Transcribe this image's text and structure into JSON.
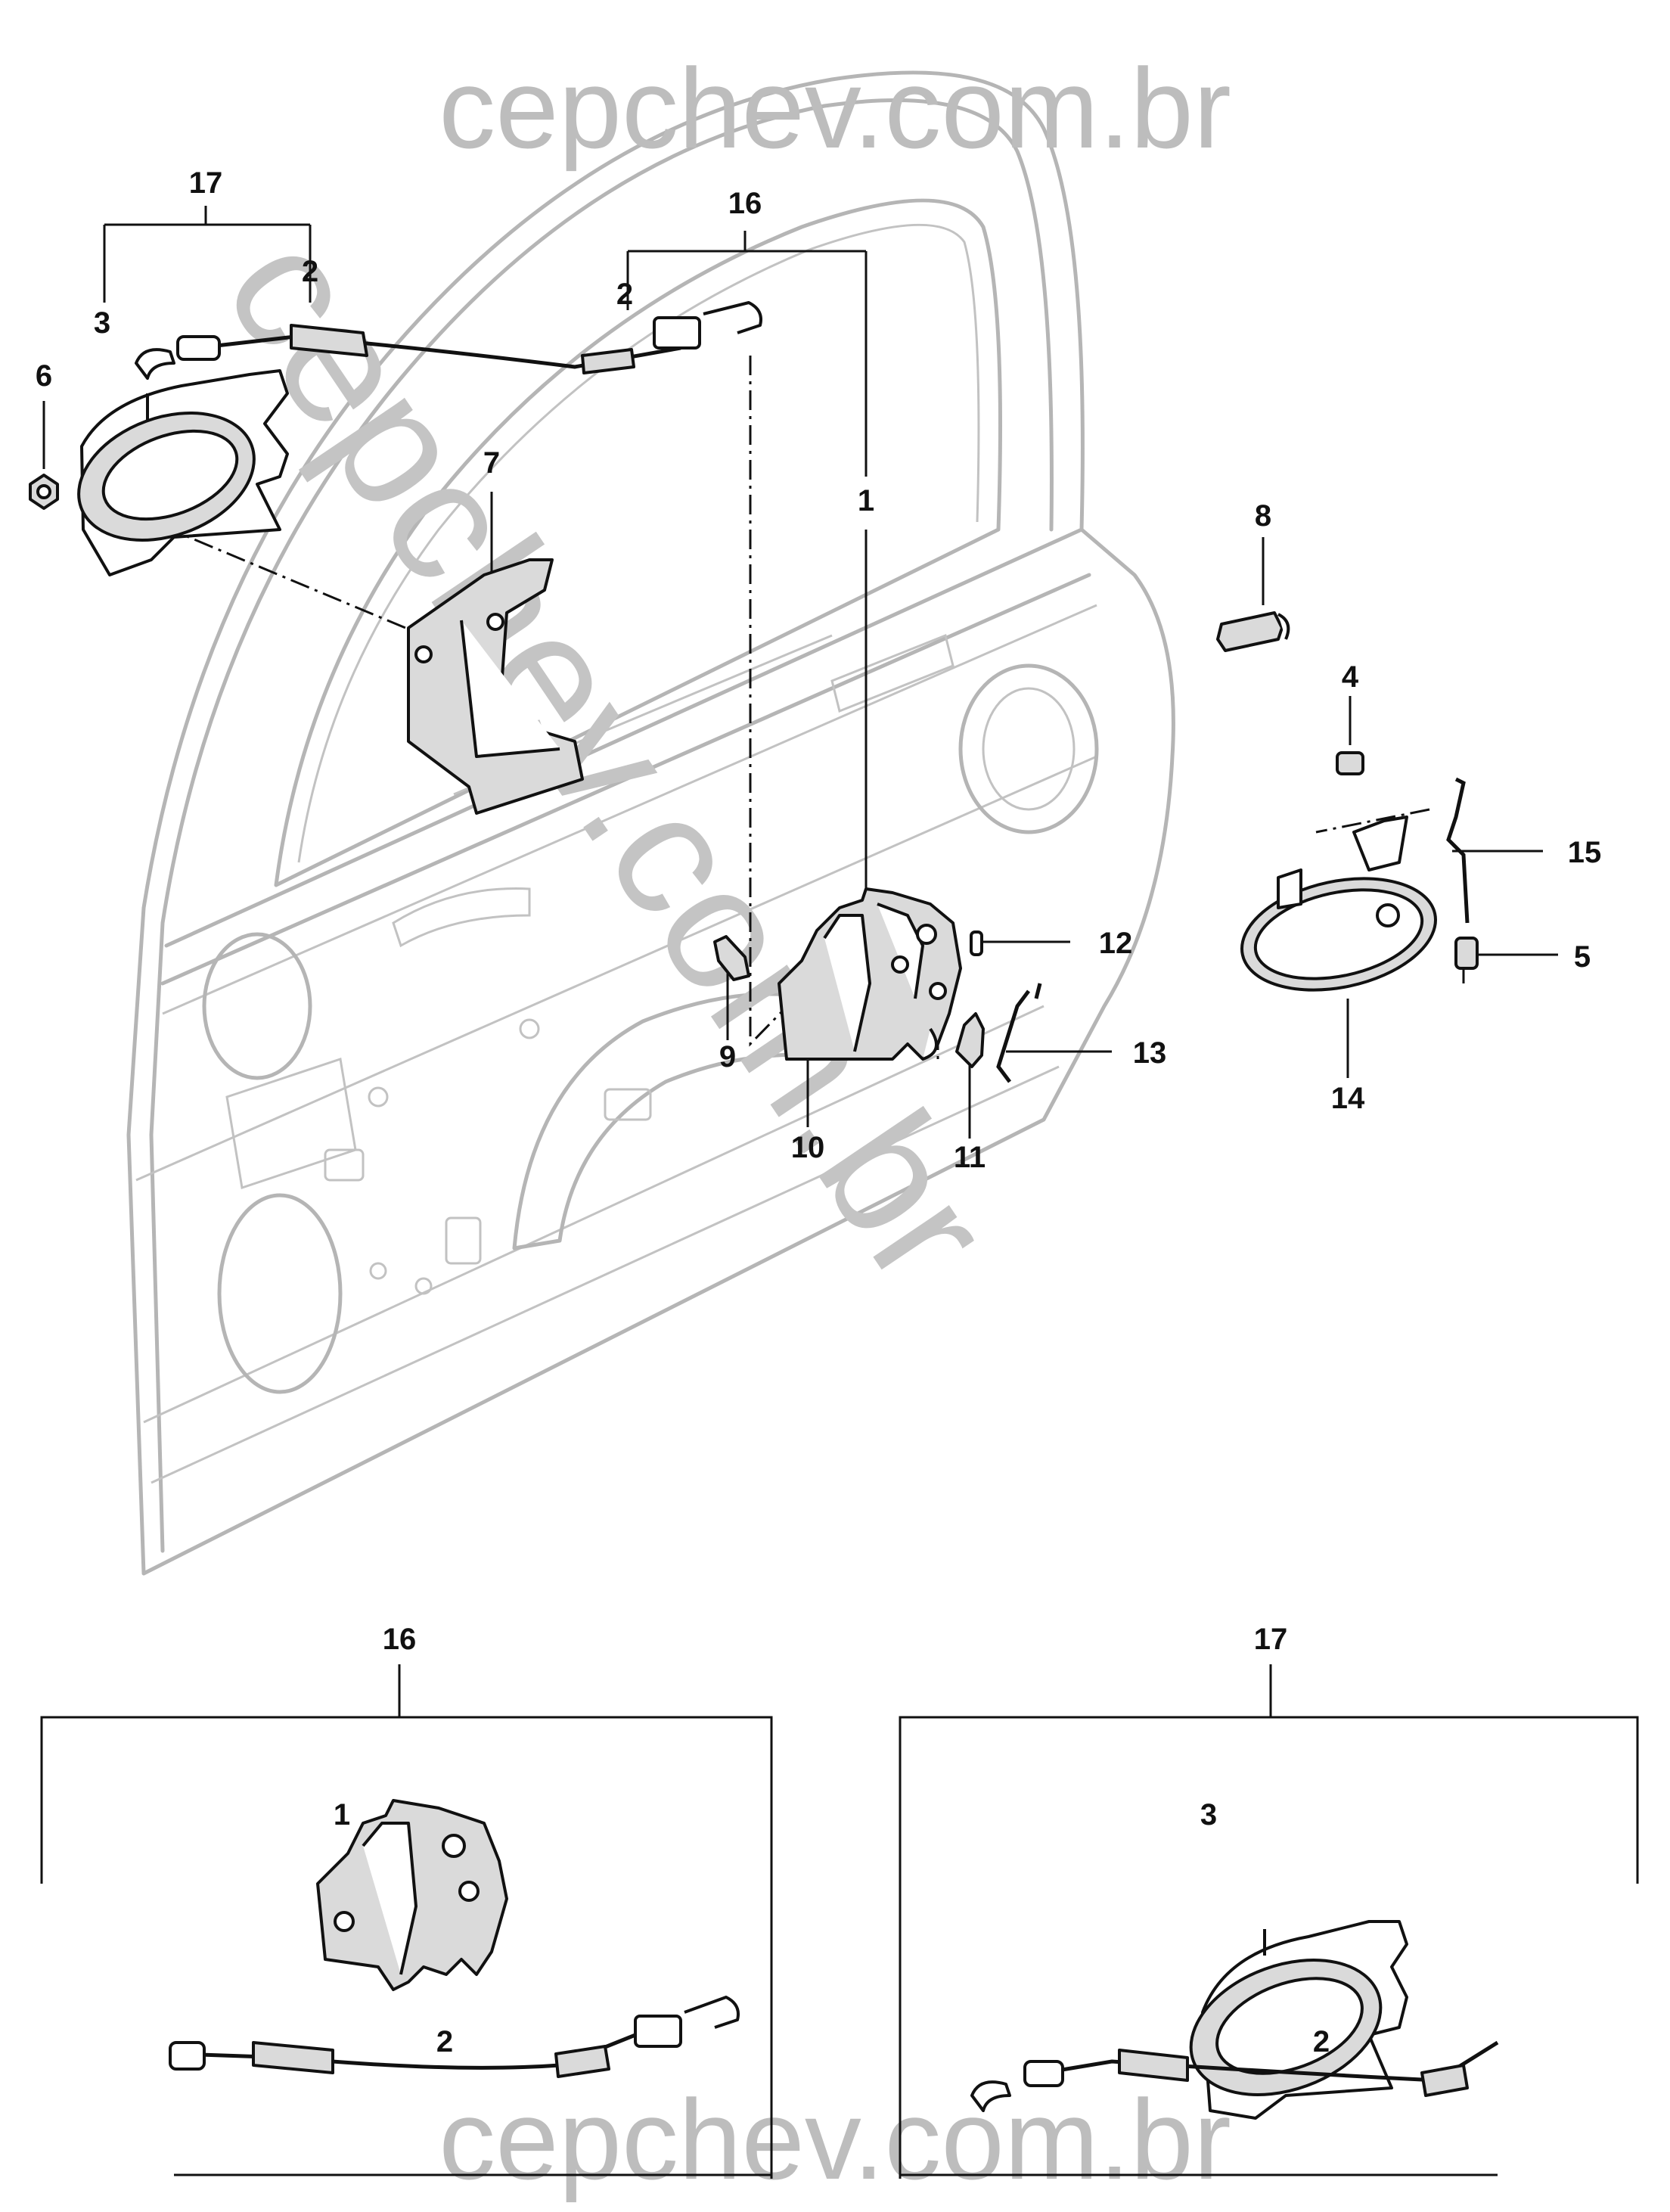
{
  "watermark": {
    "top": "cepchev.com.br",
    "bottom": "cepchev.com.br",
    "diagonal": "cepchev.com.br"
  },
  "labels": {
    "l17_top": "17",
    "l2_left": "2",
    "l3_left": "3",
    "l6": "6",
    "l16_top": "16",
    "l2_mid": "2",
    "l7": "7",
    "l1": "1",
    "l8": "8",
    "l4": "4",
    "l15": "15",
    "l12": "12",
    "l5": "5",
    "l13": "13",
    "l9": "9",
    "l10": "10",
    "l11": "11",
    "l14": "14",
    "l16_box": "16",
    "l1_box": "1",
    "l2_box_left": "2",
    "l17_box": "17",
    "l3_box": "3",
    "l2_box_right": "2"
  },
  "colors": {
    "line": "#111111",
    "door_outline": "#b5b5b5",
    "watermark": "#bdbdbd"
  }
}
